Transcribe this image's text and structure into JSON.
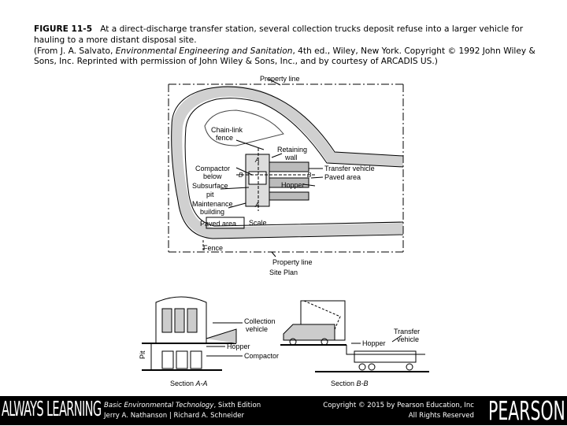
{
  "caption": {
    "figure_label": "FIGURE 11-5",
    "text_line1": "At a direct-discharge transfer station, several collection trucks deposit refuse into a larger vehicle for hauling to a more distant disposal site.",
    "source_prefix": "(From J. A. Salvato, ",
    "source_title": "Environmental Engineering and Sanitation",
    "source_suffix": ", 4th ed., Wiley, New York. Copyright © 1992 John Wiley & Sons, Inc. Reprinted with permission of John Wiley & Sons, Inc., and by courtesy of ARCADIS US.)"
  },
  "site_plan": {
    "property_line_top": "Property line",
    "chain_link": "Chain-link",
    "fence": "fence",
    "retaining": "Retaining",
    "wall": "wall",
    "compactor": "Compactor",
    "below": "below",
    "subsurface": "Subsurface",
    "pit": "pit",
    "maintenance": "Maintenance",
    "building": "building",
    "paved_area_left": "Paved area",
    "scale": "Scale",
    "fence_bottom": "Fence",
    "transfer_vehicle": "Transfer vehicle",
    "paved_area_right": "Paved area",
    "hopper": "Hopper",
    "marker_a": "A",
    "marker_b": "B",
    "property_line_bottom": "Property line",
    "title": "Site Plan"
  },
  "section_aa": {
    "collection": "Collection",
    "vehicle": "vehicle",
    "hopper": "Hopper",
    "compactor": "Compactor",
    "pit": "Pit",
    "section_prefix": "Section ",
    "section_id": "A-A"
  },
  "section_bb": {
    "transfer": "Transfer",
    "vehicle": "vehicle",
    "hopper": "Hopper",
    "section_prefix": "Section ",
    "section_id": "B-B"
  },
  "footer": {
    "book_title": "Basic Environmental Technology",
    "edition": ", Sixth Edition",
    "authors": "Jerry A. Nathanson | Richard A. Schneider",
    "copyright": "Copyright © 2015 by Pearson Education, Inc",
    "rights": "All Rights Reserved",
    "always_learning": "ALWAYS LEARNING",
    "brand": "PEARSON"
  }
}
